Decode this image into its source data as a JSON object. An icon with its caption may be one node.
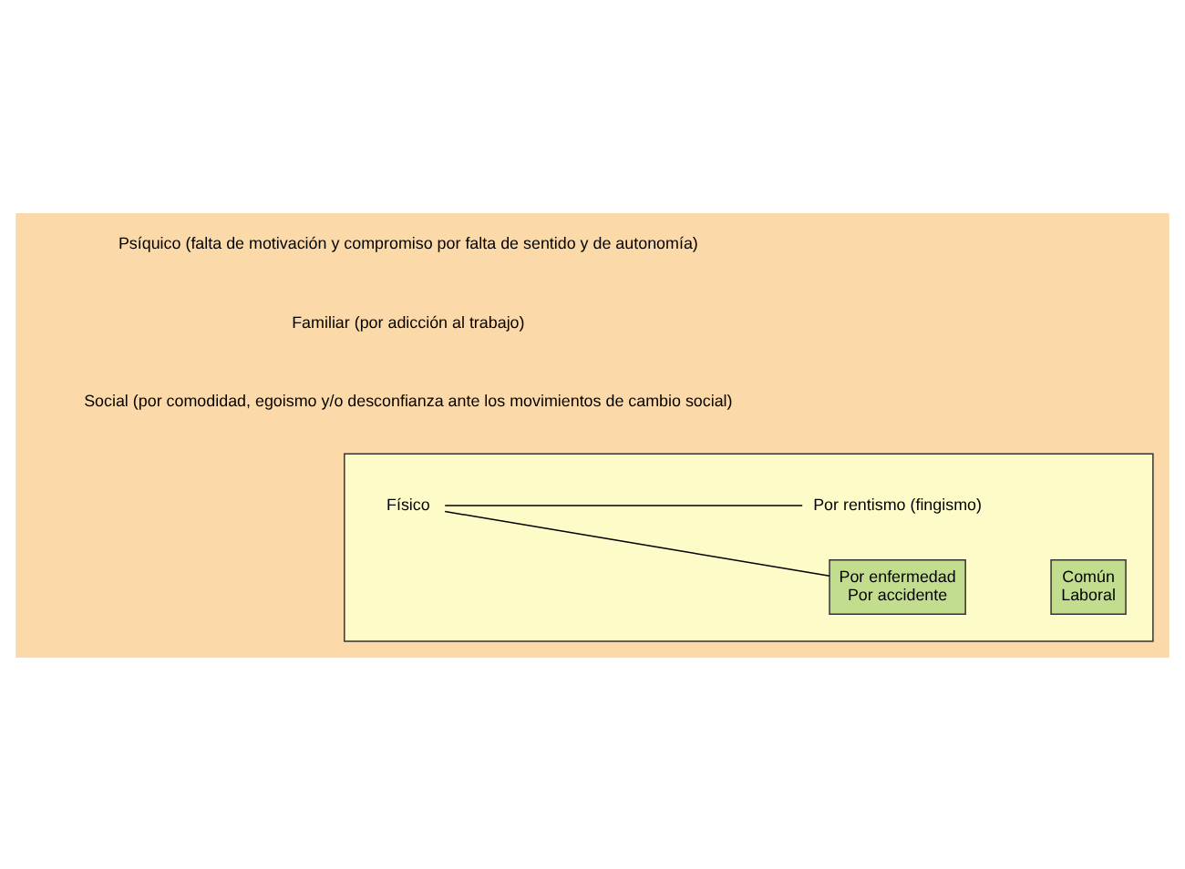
{
  "diagram": {
    "nodes": [
      {
        "text": [],
        "shape": "box"
      },
      {
        "text": [
          "Físico"
        ],
        "in": 0
      },
      {
        "text": [
          "Por enfermedad",
          "Por accidente"
        ],
        "in": 0
      },
      {
        "text": [
          "Común",
          "Laboral"
        ],
        "in": 0
      },
      {
        "text": [
          "Por rentismo (fingismo)"
        ],
        "in": 0
      }
    ],
    "edges": [
      {
        "from": 1,
        "to": 2,
        "arrow": "none"
      },
      {
        "from": 1,
        "to": 4,
        "arrow": "none"
      }
    ],
    "labels": [
      "Psíquico (falta de motivación y compromiso por falta de sentido y de autonomía)",
      "Familiar (por adicción al trabajo)",
      "Social (por comodidad, egoismo y/o desconfianza ante los movimientos de cambio social)"
    ]
  }
}
